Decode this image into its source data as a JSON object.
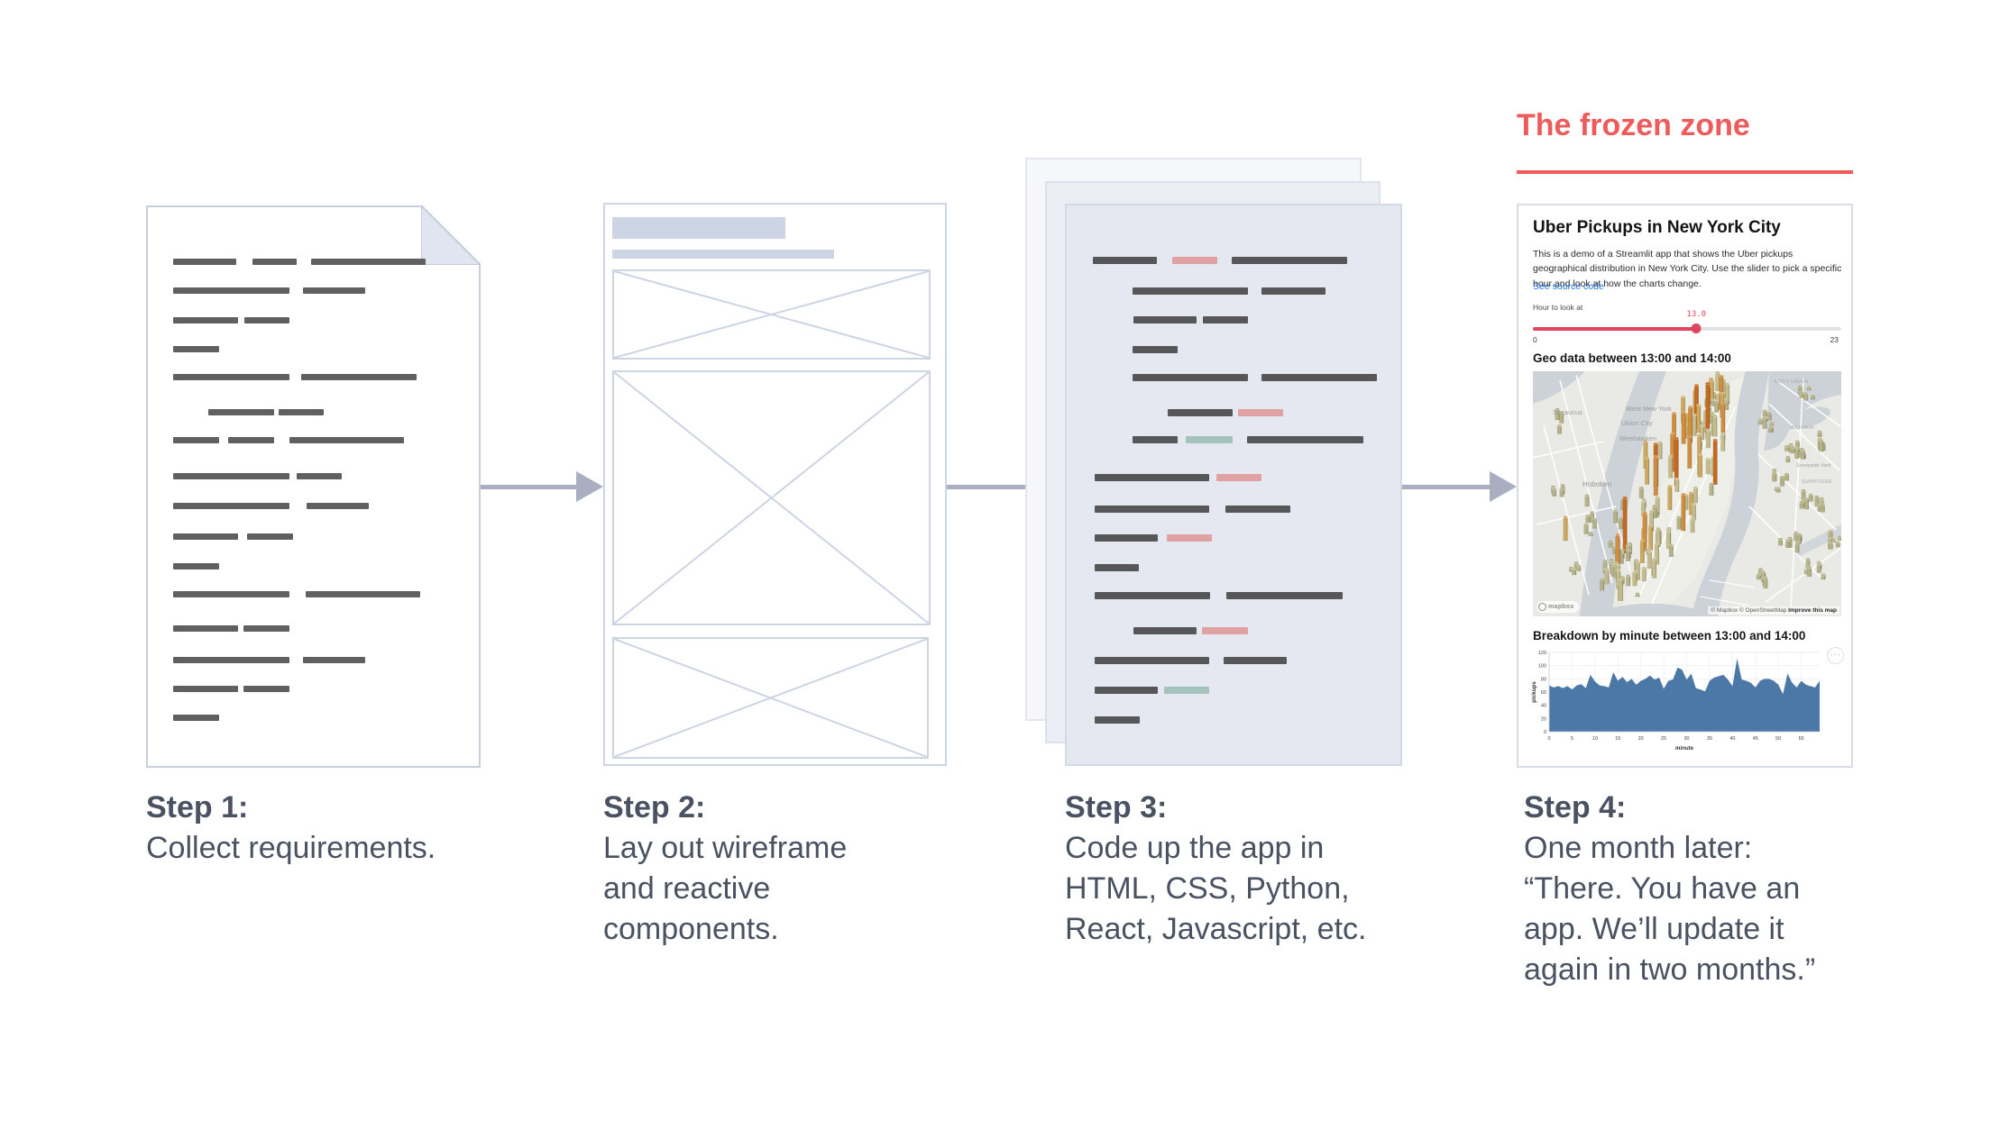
{
  "frozen_zone": {
    "title": "The frozen zone",
    "color": "#ee5b5b"
  },
  "steps": [
    {
      "label": "Step 1:",
      "caption": "Collect requirements."
    },
    {
      "label": "Step 2:",
      "caption": "Lay out wireframe\nand reactive\ncomponents."
    },
    {
      "label": "Step 3:",
      "caption": "Code up the app in\nHTML, CSS, Python,\nReact, Javascript, etc."
    },
    {
      "label": "Step 4:",
      "caption": "One month later:\n“There. You have an\napp. We’ll update it\nagain in two months.”"
    }
  ],
  "doc_page": {
    "line_color": "#606060",
    "rows": [
      {
        "y": 57,
        "segs": [
          [
            28,
            70
          ],
          [
            116,
            49
          ],
          [
            181,
            127
          ]
        ]
      },
      {
        "y": 89,
        "segs": [
          [
            28,
            129
          ],
          [
            172,
            69
          ]
        ]
      },
      {
        "y": 122,
        "segs": [
          [
            28,
            72
          ],
          [
            107,
            50
          ]
        ]
      },
      {
        "y": 154,
        "segs": [
          [
            28,
            51
          ]
        ]
      },
      {
        "y": 185,
        "segs": [
          [
            28,
            129
          ],
          [
            170,
            128
          ]
        ]
      },
      {
        "y": 224,
        "segs": [
          [
            67,
            73
          ],
          [
            145,
            50
          ]
        ]
      },
      {
        "y": 255,
        "segs": [
          [
            28,
            51
          ],
          [
            89,
            51
          ],
          [
            157,
            127
          ]
        ]
      },
      {
        "y": 295,
        "segs": [
          [
            28,
            129
          ],
          [
            165,
            50
          ]
        ]
      },
      {
        "y": 328,
        "segs": [
          [
            28,
            129
          ],
          [
            176,
            69
          ]
        ]
      },
      {
        "y": 362,
        "segs": [
          [
            28,
            72
          ],
          [
            110,
            51
          ]
        ]
      },
      {
        "y": 395,
        "segs": [
          [
            28,
            51
          ]
        ]
      },
      {
        "y": 426,
        "segs": [
          [
            28,
            129
          ],
          [
            175,
            127
          ]
        ]
      },
      {
        "y": 464,
        "segs": [
          [
            28,
            72
          ],
          [
            106,
            51
          ]
        ]
      },
      {
        "y": 499,
        "segs": [
          [
            28,
            129
          ],
          [
            172,
            69
          ]
        ]
      },
      {
        "y": 531,
        "segs": [
          [
            28,
            72
          ],
          [
            106,
            51
          ]
        ]
      },
      {
        "y": 563,
        "segs": [
          [
            28,
            51
          ]
        ]
      }
    ]
  },
  "code_page": {
    "colors": {
      "d": "#57575a",
      "p": "#e0a1a3",
      "t": "#a5c3bd"
    },
    "rows": [
      {
        "y": 57,
        "segs": [
          [
            29,
            71,
            "d"
          ],
          [
            117,
            50,
            "p"
          ],
          [
            183,
            128,
            "d"
          ]
        ]
      },
      {
        "y": 91,
        "segs": [
          [
            73,
            128,
            "d"
          ],
          [
            216,
            71,
            "d"
          ]
        ]
      },
      {
        "y": 123,
        "segs": [
          [
            74,
            70,
            "d"
          ],
          [
            151,
            50,
            "d"
          ]
        ]
      },
      {
        "y": 156,
        "segs": [
          [
            73,
            50,
            "d"
          ]
        ]
      },
      {
        "y": 187,
        "segs": [
          [
            73,
            128,
            "d"
          ],
          [
            216,
            128,
            "d"
          ]
        ]
      },
      {
        "y": 226,
        "segs": [
          [
            112,
            72,
            "d"
          ],
          [
            190,
            50,
            "p"
          ]
        ]
      },
      {
        "y": 256,
        "segs": [
          [
            73,
            50,
            "d"
          ],
          [
            132,
            52,
            "t"
          ],
          [
            200,
            129,
            "d"
          ]
        ]
      },
      {
        "y": 298,
        "segs": [
          [
            31,
            127,
            "d"
          ],
          [
            166,
            50,
            "p"
          ]
        ]
      },
      {
        "y": 333,
        "segs": [
          [
            31,
            127,
            "d"
          ],
          [
            176,
            72,
            "d"
          ]
        ]
      },
      {
        "y": 365,
        "segs": [
          [
            31,
            70,
            "d"
          ],
          [
            111,
            50,
            "p"
          ]
        ]
      },
      {
        "y": 398,
        "segs": [
          [
            31,
            49,
            "d"
          ]
        ]
      },
      {
        "y": 429,
        "segs": [
          [
            31,
            128,
            "d"
          ],
          [
            177,
            129,
            "d"
          ]
        ]
      },
      {
        "y": 468,
        "segs": [
          [
            74,
            70,
            "d"
          ],
          [
            150,
            51,
            "p"
          ]
        ]
      },
      {
        "y": 501,
        "segs": [
          [
            31,
            127,
            "d"
          ],
          [
            174,
            70,
            "d"
          ]
        ]
      },
      {
        "y": 534,
        "segs": [
          [
            31,
            70,
            "d"
          ],
          [
            108,
            50,
            "t"
          ]
        ]
      },
      {
        "y": 567,
        "segs": [
          [
            31,
            50,
            "d"
          ]
        ]
      }
    ]
  },
  "app": {
    "title": "Uber Pickups in New York City",
    "description": "This is a demo of a Streamlit app that shows the Uber pickups geographical distribution in New York City. Use the slider to pick a specific hour and look at how the charts change.",
    "link": "See source code",
    "slider": {
      "label": "Hour to look at",
      "value": "13.0",
      "min": "0",
      "max": "23",
      "percent": 53
    },
    "map_heading": "Geo data between 13:00 and 14:00",
    "map_labels": [
      "Secaucus",
      "West New York",
      "Union City",
      "Weehawken",
      "Hoboken",
      "MOTT HAVEN",
      "ASTORIA",
      "Sunnyside Yard",
      "SUNNYSIDE"
    ],
    "map_attribution": "© Mapbox © OpenStreetMap",
    "map_improve": "Improve this map",
    "map_logo": "mapbox",
    "chart_heading": "Breakdown by minute between 13:00 and 14:00",
    "chart_menu": "···"
  },
  "chart_data": {
    "type": "area",
    "title": "Breakdown by minute between 13:00 and 14:00",
    "xlabel": "minute",
    "ylabel": "pickups",
    "values": [
      70,
      67,
      69,
      66,
      69,
      64,
      70,
      72,
      66,
      86,
      76,
      70,
      69,
      67,
      90,
      77,
      83,
      75,
      80,
      71,
      77,
      80,
      85,
      79,
      82,
      65,
      77,
      79,
      97,
      94,
      79,
      88,
      66,
      64,
      61,
      77,
      82,
      84,
      86,
      79,
      69,
      111,
      79,
      77,
      74,
      67,
      77,
      80,
      80,
      77,
      71,
      57,
      88,
      74,
      67,
      77,
      71,
      69,
      67,
      77
    ],
    "xlim": [
      0,
      59
    ],
    "ylim": [
      0,
      120
    ],
    "x_ticks": [
      0,
      5,
      10,
      15,
      20,
      25,
      30,
      35,
      40,
      45,
      50,
      55
    ],
    "y_ticks": [
      0,
      20,
      40,
      60,
      80,
      100,
      120
    ],
    "color": "#4c78a8",
    "grid": true,
    "legend": false
  }
}
